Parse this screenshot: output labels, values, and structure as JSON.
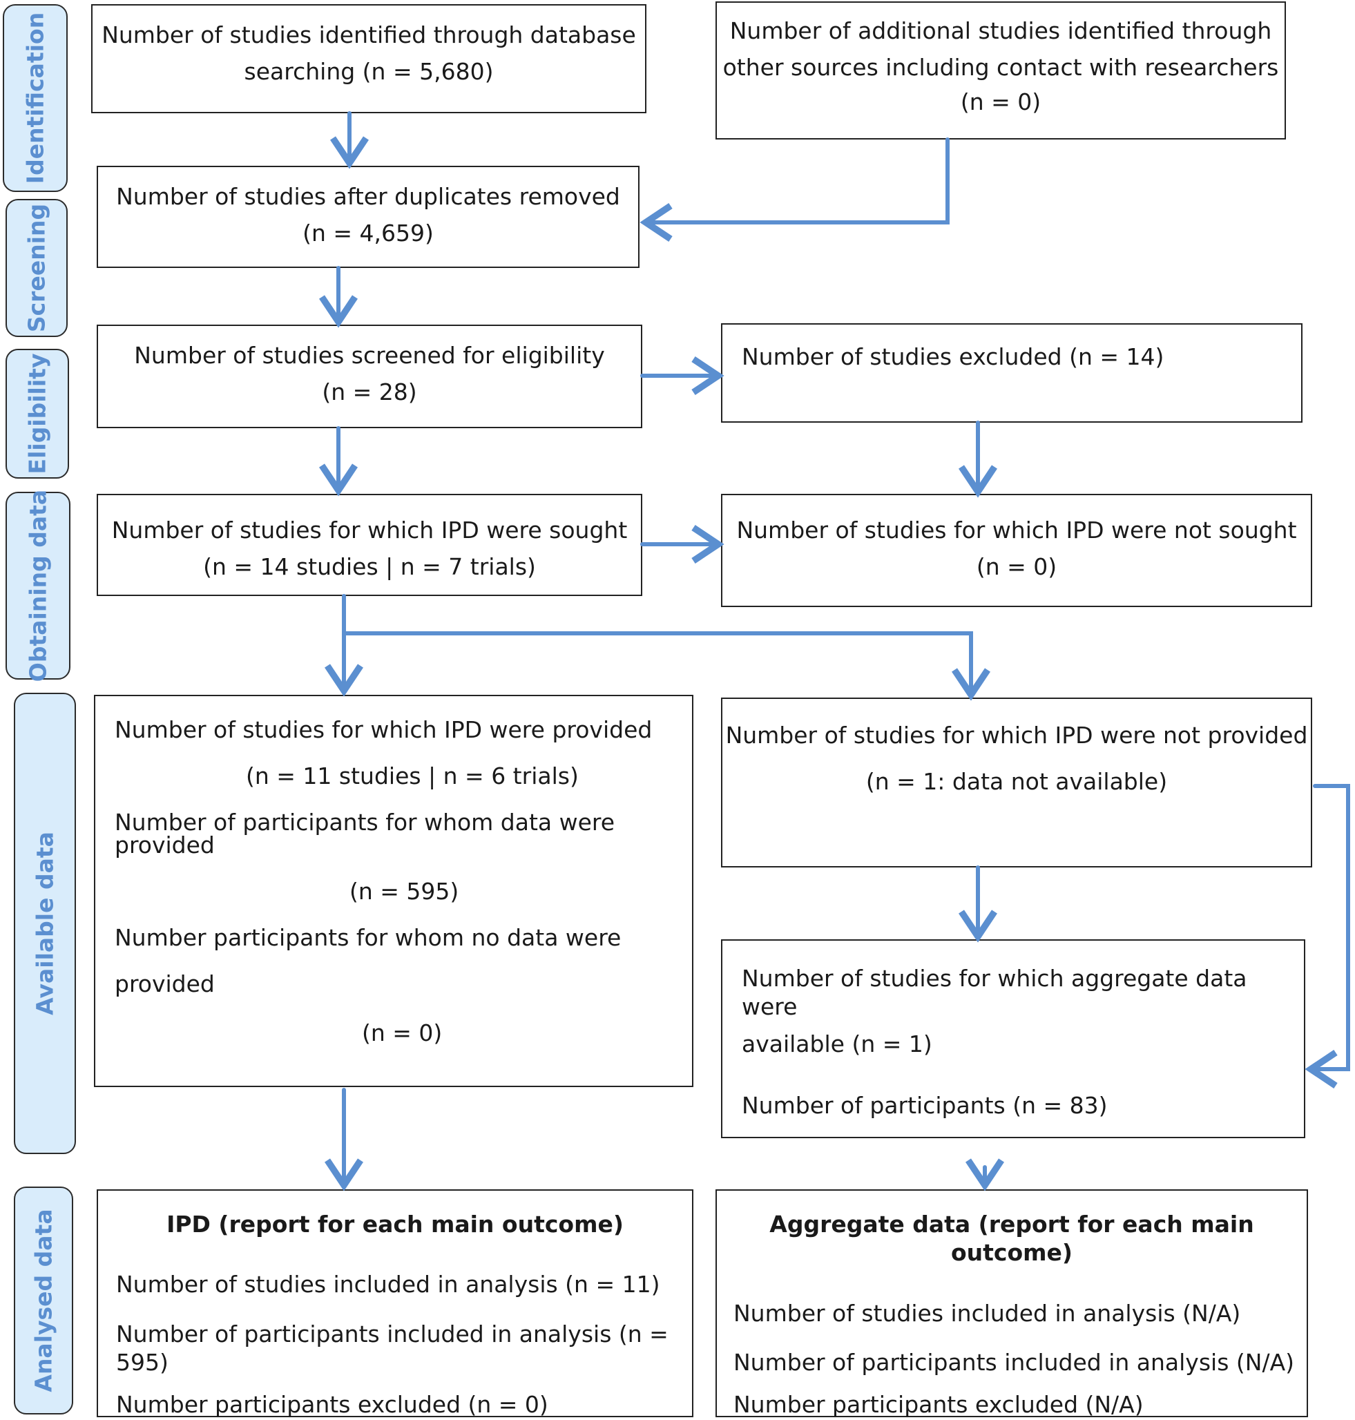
{
  "phases": {
    "identification": "Identification",
    "screening": "Screening",
    "eligibility": "Eligibility",
    "obtaining": "Obtaining data",
    "available": "Available data",
    "analysed": "Analysed data"
  },
  "boxes": {
    "db_search": {
      "l1": "Number of studies identified through database",
      "l2": "searching (n = 5,680)"
    },
    "other_sources": {
      "l1": "Number of additional studies identified through",
      "l2": "other sources including contact with researchers",
      "l3": "(n = 0)"
    },
    "dup_removed": {
      "l1": "Number of studies after duplicates removed",
      "l2": "(n = 4,659)"
    },
    "screened": {
      "l1": "Number of studies screened for eligibility",
      "l2": "(n = 28)"
    },
    "excluded": {
      "l1": "Number of studies excluded (n = 14)"
    },
    "ipd_sought": {
      "l1": "Number of studies for which IPD were sought",
      "l2": "(n = 14 studies | n = 7 trials)"
    },
    "ipd_not_sought": {
      "l1": "Number of studies for which IPD were not sought",
      "l2": "(n = 0)"
    },
    "ipd_provided": {
      "l1": "Number of studies for which IPD were provided",
      "l2": "(n = 11 studies | n = 6 trials)",
      "l3": "Number of participants for whom data were provided",
      "l4": "(n = 595)",
      "l5": "Number participants for whom no data were",
      "l6": "provided",
      "l7": "(n = 0)"
    },
    "ipd_not_provided": {
      "l1": "Number of studies for which IPD were not provided",
      "l2": "(n = 1: data not available)"
    },
    "aggregate": {
      "l1": "Number of studies for which aggregate data were",
      "l2": "available (n = 1)",
      "l3": "Number of participants (n = 83)"
    },
    "ipd_analysis": {
      "title": "IPD (report for each main outcome)",
      "l1": "Number of studies included in analysis (n = 11)",
      "l2": "Number of participants included in analysis (n = 595)",
      "l3": "Number participants excluded (n = 0)"
    },
    "agg_analysis": {
      "title": "Aggregate data (report for each main outcome)",
      "l1": "Number of studies included in analysis (N/A)",
      "l2": "Number of participants included in analysis (N/A)",
      "l3": "Number participants excluded (N/A)"
    }
  },
  "colors": {
    "arrow": "#5b8fd0",
    "phase_fill": "#d9ecfb",
    "phase_text": "#5b8fd0"
  }
}
